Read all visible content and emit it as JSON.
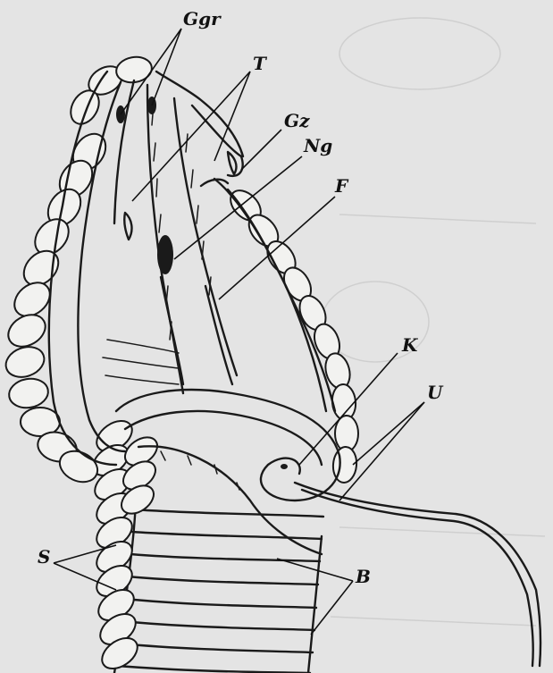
{
  "figure": {
    "labels": {
      "ggr": "Ggr",
      "t": "T",
      "gz": "Gz",
      "ng": "Ng",
      "f": "F",
      "k": "K",
      "u": "U",
      "s": "S",
      "b": "B"
    }
  },
  "colors": {
    "paper": "#e4e4e4",
    "ink": "#1a1a1a",
    "scale_fill": "#f2f2f0"
  }
}
